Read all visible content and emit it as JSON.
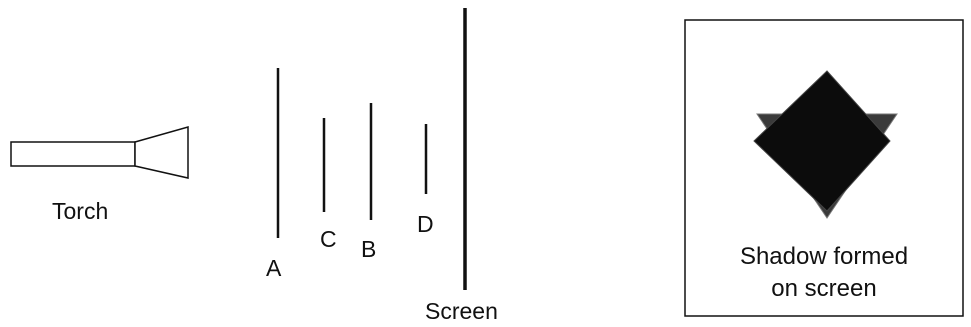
{
  "labels": {
    "torch": "Torch",
    "a": "A",
    "b": "B",
    "c": "C",
    "d": "D",
    "screen": "Screen"
  },
  "shadow_box": {
    "caption_line1": "Shadow formed",
    "caption_line2": "on screen"
  },
  "colors": {
    "line": "#111111",
    "shadow_fill": "#0c0c0c",
    "shadow_edge": "#777777"
  }
}
